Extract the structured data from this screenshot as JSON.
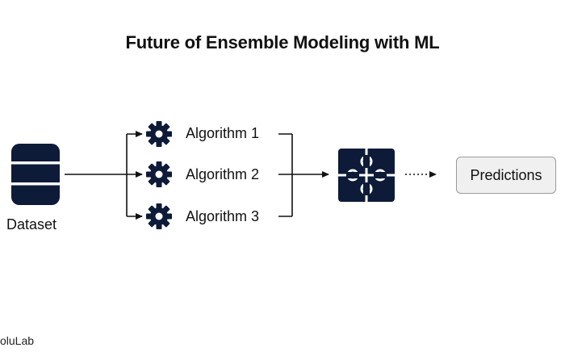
{
  "title": "Future of Ensemble Modeling with ML",
  "nodes": {
    "dataset": "Dataset",
    "algorithms": [
      "Algorithm 1",
      "Algorithm 2",
      "Algorithm 3"
    ],
    "output": "Predictions"
  },
  "brand": "oluLab",
  "colors": {
    "icon": "#0d1b38",
    "line": "#111111",
    "output_box_bg": "#f0f0f0",
    "output_box_border": "#9a9a9a"
  },
  "icons": {
    "dataset": "database-icon",
    "algorithm": "gear-icon",
    "combiner": "puzzle-icon"
  }
}
